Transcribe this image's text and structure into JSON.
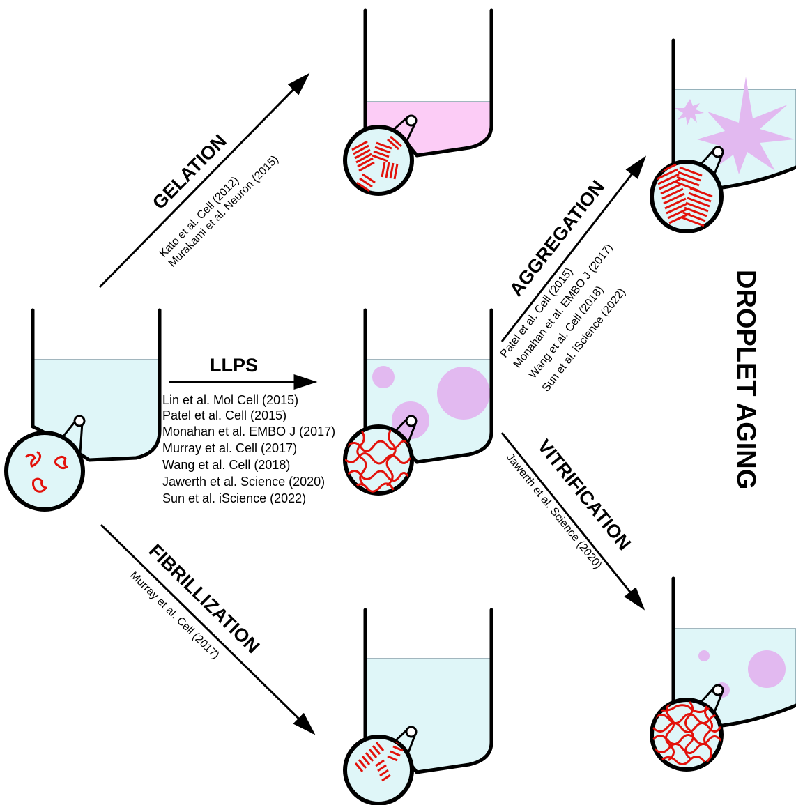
{
  "colors": {
    "liquid": "#dff6f8",
    "gel": "#fcccf6",
    "droplet": "#e2b9f0",
    "protein": "#e3120b",
    "outline": "#000000"
  },
  "side_title": "DROPLET AGING",
  "transitions": {
    "gelation": {
      "label": "GELATION",
      "refs": [
        "Kato et al. Cell (2012)",
        "Murakami et al. Neuron (2015)"
      ]
    },
    "llps": {
      "label": "LLPS",
      "refs": [
        "Lin et al. Mol Cell (2015)",
        "Patel et al. Cell (2015)",
        "Monahan et al. EMBO J (2017)",
        "Murray et al. Cell (2017)",
        "Wang et al. Cell (2018)",
        "Jawerth et al. Science (2020)",
        "Sun et al. iScience (2022)"
      ]
    },
    "fibrillization": {
      "label": "FIBRILLIZATION",
      "refs": [
        "Murray et al. Cell (2017)"
      ]
    },
    "aggregation": {
      "label": "AGGREGATION",
      "refs": [
        "Patel et al. Cell (2015)",
        "Monahan et al. EMBO J (2017)",
        "Wang et al. Cell (2018)",
        "Sun et al. iScience (2022)"
      ]
    },
    "vitrification": {
      "label": "VITRIFICATION",
      "refs": [
        "Jawerth et al. Science (2020)"
      ]
    }
  }
}
